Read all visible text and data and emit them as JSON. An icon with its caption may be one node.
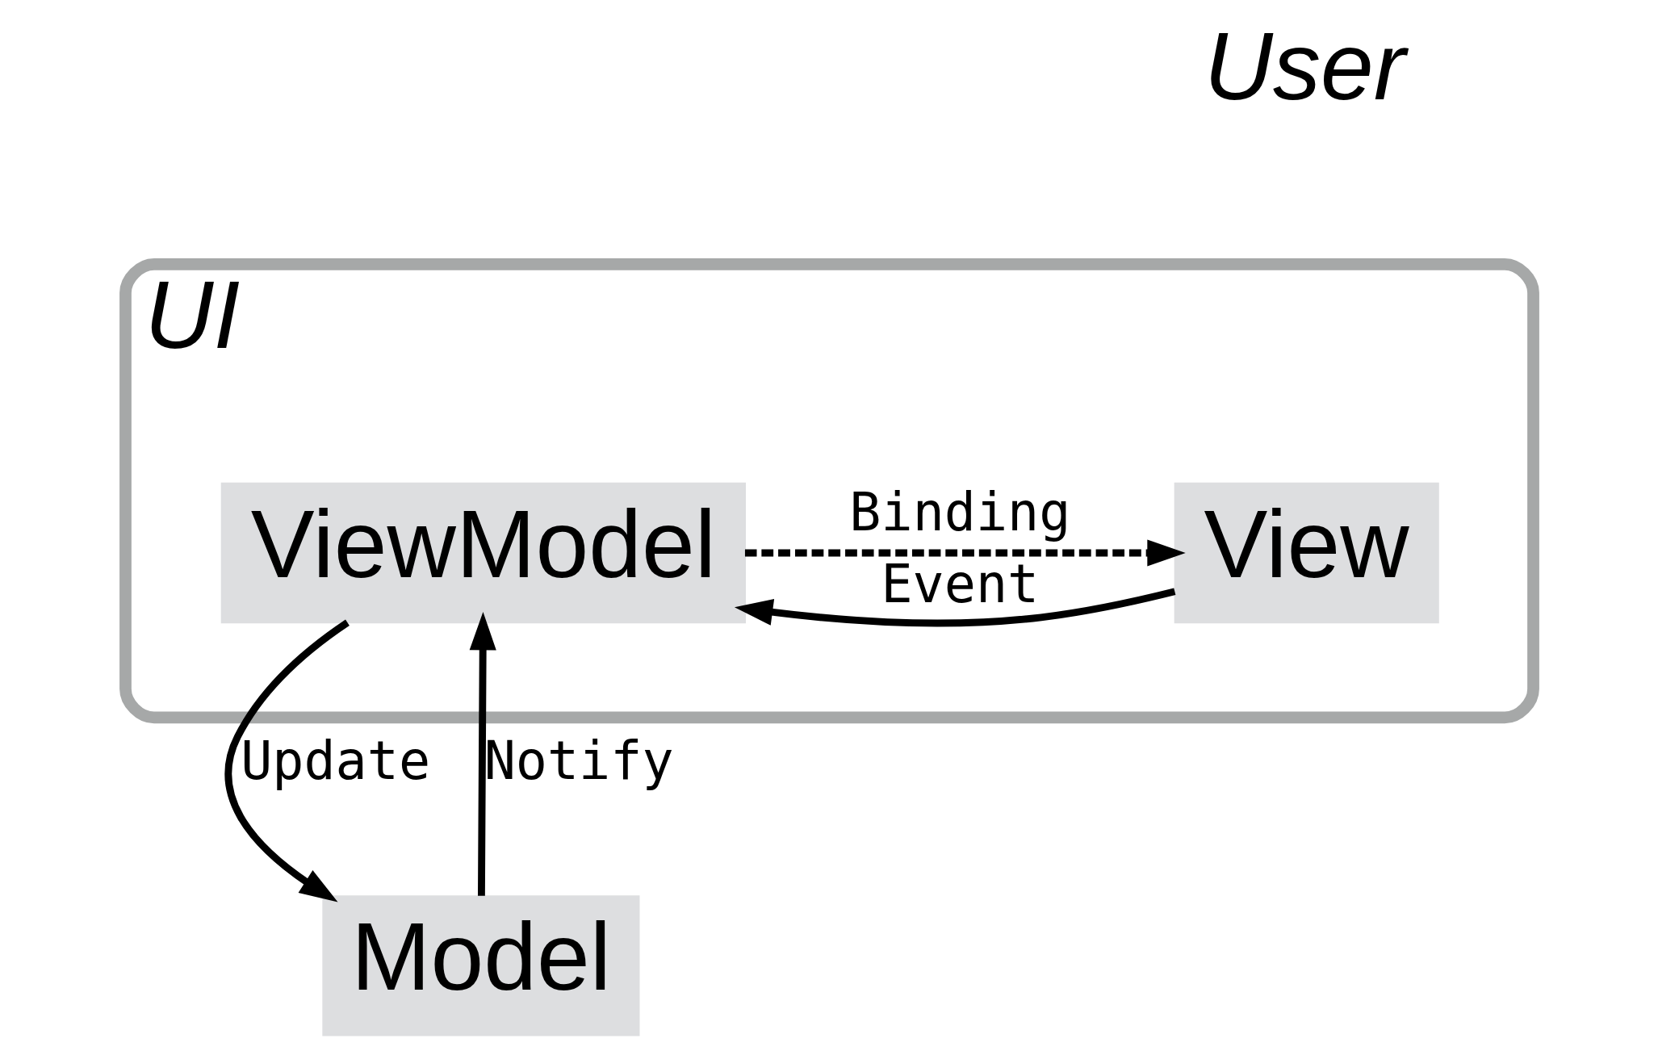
{
  "diagram": {
    "nodes": [
      {
        "text": [
          "UI"
        ]
      },
      {
        "text": [
          "View"
        ],
        "in": 0
      },
      {
        "text": [
          "ViewModel"
        ],
        "in": 0
      },
      {
        "text": [
          "Model"
        ]
      }
    ],
    "edges": [
      {
        "from": 1,
        "to": 2,
        "arrow": "to",
        "label": "Event"
      },
      {
        "from": 2,
        "to": 1,
        "arrow": "to",
        "label": "Binding",
        "style": "dashed"
      },
      {
        "from": 2,
        "to": 3,
        "arrow": "to",
        "label": "Update"
      },
      {
        "from": 3,
        "to": 2,
        "arrow": "to",
        "label": "Notify"
      }
    ],
    "labels": [
      "User"
    ]
  }
}
